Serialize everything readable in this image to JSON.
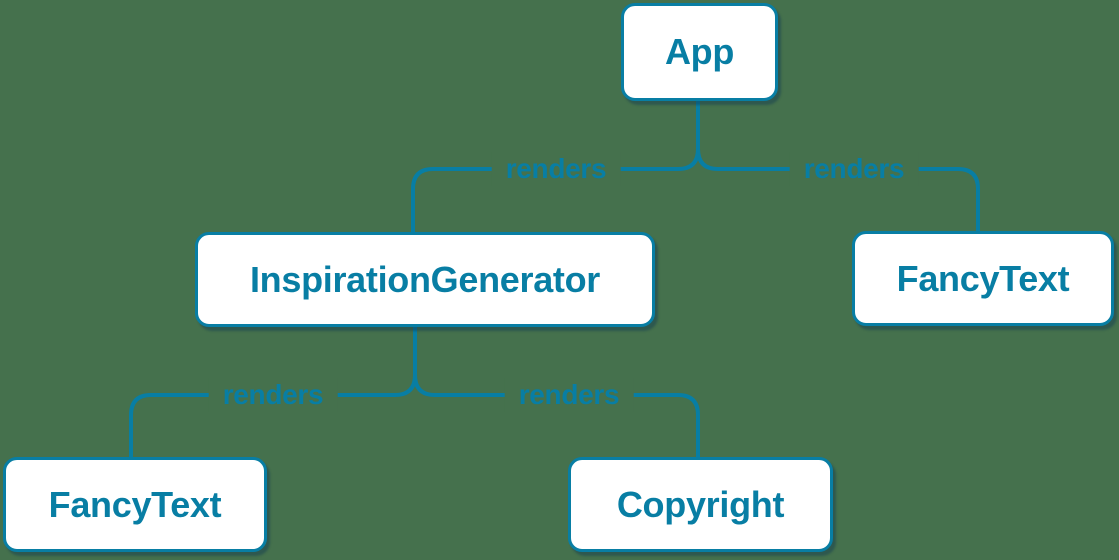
{
  "canvas": {
    "background_color": "#45714D",
    "accent_color": "#087EA4",
    "node_fill_color": "#FFFFFF"
  },
  "tree": {
    "nodes": [
      {
        "id": "app",
        "label": "App"
      },
      {
        "id": "inspiration-generator",
        "label": "InspirationGenerator"
      },
      {
        "id": "fancy-text-top",
        "label": "FancyText"
      },
      {
        "id": "fancy-text-bottom",
        "label": "FancyText"
      },
      {
        "id": "copyright",
        "label": "Copyright"
      }
    ],
    "edges": [
      {
        "from": "App",
        "to": "InspirationGenerator",
        "label": "renders"
      },
      {
        "from": "App",
        "to": "FancyText",
        "label": "renders"
      },
      {
        "from": "InspirationGenerator",
        "to": "FancyText",
        "label": "renders"
      },
      {
        "from": "InspirationGenerator",
        "to": "Copyright",
        "label": "renders"
      }
    ]
  }
}
